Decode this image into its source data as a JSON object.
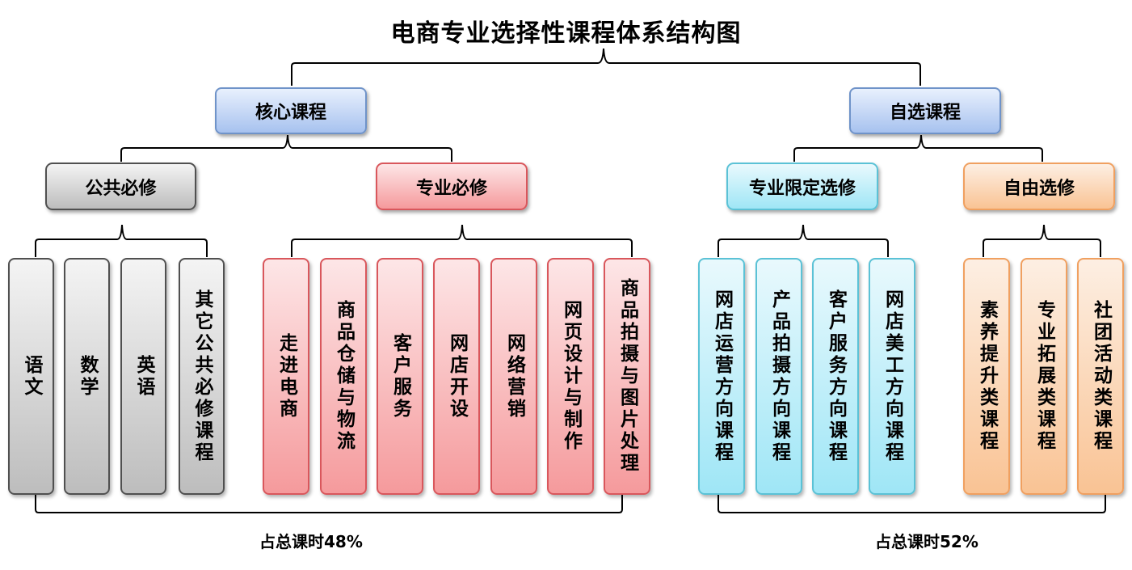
{
  "title": "电商专业选择性课程体系结构图",
  "core": {
    "label": "核心课程",
    "public": {
      "label": "公共必修",
      "items": [
        "语文",
        "数学",
        "英语",
        "其它公共必修课程"
      ]
    },
    "major": {
      "label": "专业必修",
      "items": [
        "走进电商",
        "商品仓储与物流",
        "客户服务",
        "网店开设",
        "网络营销",
        "网页设计与制作",
        "商品拍摄与图片处理"
      ]
    },
    "share": "占总课时48%"
  },
  "elective": {
    "label": "自选课程",
    "limited": {
      "label": "专业限定选修",
      "items": [
        "网店运营方向课程",
        "产品拍摄方向课程",
        "客户服务方向课程",
        "网店美工方向课程"
      ]
    },
    "free": {
      "label": "自由选修",
      "items": [
        "素养提升类课程",
        "专业拓展类课程",
        "社团活动类课程"
      ]
    },
    "share": "占总课时52%"
  },
  "colors": {
    "gray": "#bdbdbd",
    "red": "#f59a9c",
    "cyan": "#9fe6f6",
    "orange": "#f9c394",
    "blue": "#a7c2ef"
  }
}
